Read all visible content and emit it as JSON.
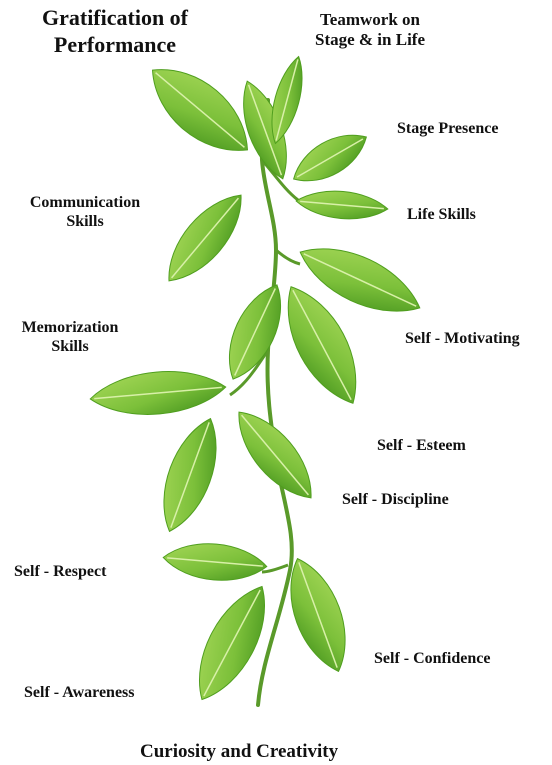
{
  "title_line1": "Gratification of",
  "title_line2": "Performance",
  "top_label_line1": "Teamwork on",
  "top_label_line2": "Stage & in Life",
  "labels": {
    "stage_presence": "Stage Presence",
    "communication_line1": "Communication",
    "communication_line2": "Skills",
    "life_skills": "Life Skills",
    "memorization_line1": "Memorization",
    "memorization_line2": "Skills",
    "self_motivating": "Self - Motivating",
    "self_esteem": "Self - Esteem",
    "self_discipline": "Self - Discipline",
    "self_respect": "Self - Respect",
    "self_confidence": "Self - Confidence",
    "self_awareness": "Self - Awareness"
  },
  "foundation": "Curiosity and Creativity",
  "colors": {
    "leaf_light": "#9ed24a",
    "leaf_dark": "#4f9e1e",
    "stem": "#5a9a2a",
    "text": "#111111"
  }
}
